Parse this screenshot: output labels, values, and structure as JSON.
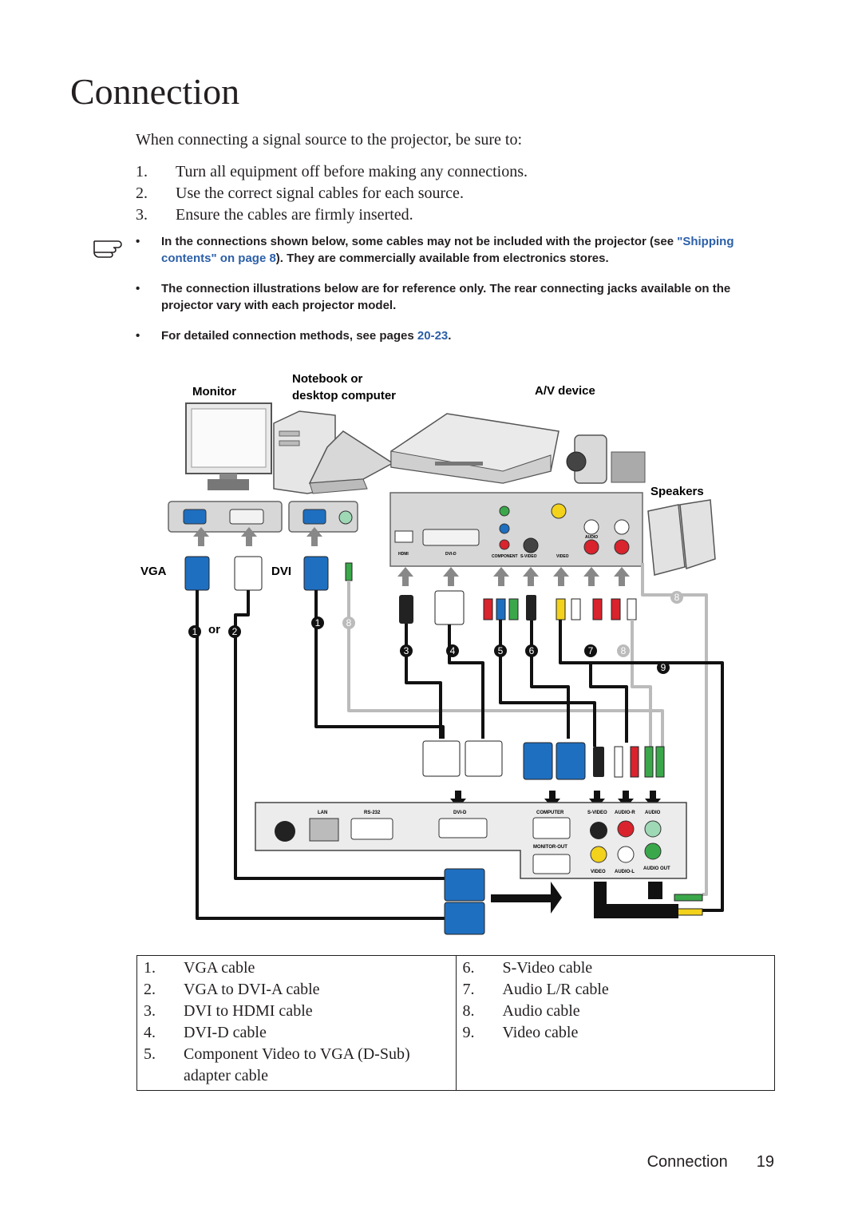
{
  "page": {
    "title": "Connection",
    "intro": "When connecting a signal source to the projector, be sure to:",
    "steps": [
      {
        "num": "1.",
        "text": "Turn all equipment off before making any connections."
      },
      {
        "num": "2.",
        "text": "Use the correct signal cables for each source."
      },
      {
        "num": "3.",
        "text": "Ensure the cables are firmly inserted."
      }
    ],
    "notes": {
      "n1_part1": "In the connections shown below, some cables may not be included with the projector (see ",
      "n1_link": "\"Shipping contents\" on page 8",
      "n1_part2": "). They are commercially available from electronics stores.",
      "n2": "The connection illustrations below are for reference only. The rear connecting jacks available on the projector vary with each projector model.",
      "n3_part1": "For detailed connection methods, see pages ",
      "n3_link": "20-23",
      "n3_part2": "."
    },
    "diagram": {
      "monitor": "Monitor",
      "notebook1": "Notebook or",
      "notebook2": "desktop computer",
      "av_device": "A/V device",
      "speakers": "Speakers",
      "vga": "VGA",
      "dvi": "DVI",
      "or": "or",
      "port_hdmi": "HDMI",
      "port_dvid": "DVI-D",
      "port_component": "COMPONENT",
      "port_svideo": "S-VIDEO",
      "port_video": "VIDEO",
      "port_audio": "AUDIO",
      "proj_lan": "LAN",
      "proj_rs232": "RS-232",
      "proj_dvid": "DVI-D",
      "proj_computer": "COMPUTER",
      "proj_svideo": "S-VIDEO",
      "proj_audior": "AUDIO-R",
      "proj_audio": "AUDIO",
      "proj_monitorout": "MONITOR-OUT",
      "proj_video": "VIDEO",
      "proj_audiol": "AUDIO-L",
      "proj_audioout": "AUDIO OUT",
      "numbers": [
        "1",
        "2",
        "1",
        "8",
        "3",
        "4",
        "5",
        "6",
        "7",
        "8",
        "8",
        "9"
      ]
    },
    "cables_left": [
      {
        "num": "1.",
        "text": "VGA cable"
      },
      {
        "num": "2.",
        "text": "VGA to DVI-A cable"
      },
      {
        "num": "3.",
        "text": "DVI to HDMI cable"
      },
      {
        "num": "4.",
        "text": "DVI-D cable"
      },
      {
        "num": "5.",
        "text": "Component Video to VGA (D-Sub) adapter cable"
      }
    ],
    "cables_right": [
      {
        "num": "6.",
        "text": "S-Video cable"
      },
      {
        "num": "7.",
        "text": "Audio L/R cable"
      },
      {
        "num": "8.",
        "text": "Audio cable"
      },
      {
        "num": "9.",
        "text": "Video cable"
      }
    ],
    "footer": {
      "section": "Connection",
      "page": "19"
    }
  },
  "colors": {
    "vga_blue": "#1e6fc0",
    "link": "#2b5fa8",
    "red": "#d9232d",
    "green": "#3aa84a",
    "yellow": "#f2d21b"
  }
}
